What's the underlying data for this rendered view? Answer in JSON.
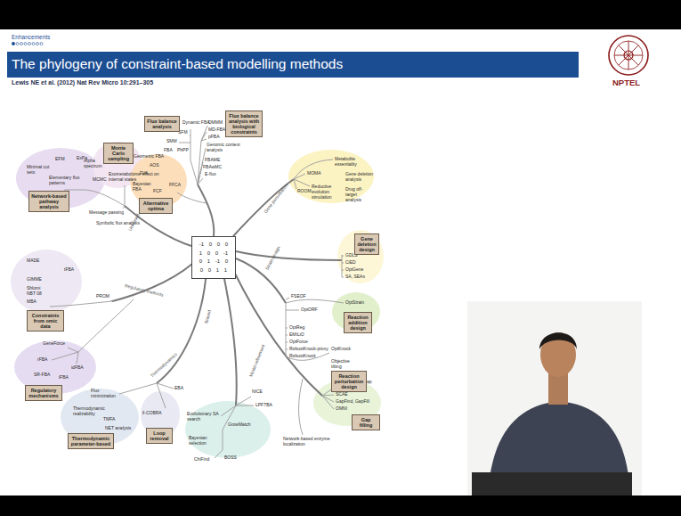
{
  "diagram": {
    "title": "The phylogeny of constraint-based modelling methods",
    "nodes": [
      {
        "text": [
          "Flux balance analysis"
        ]
      },
      {
        "text": [
          "Flux balance analysis with biological constraints"
        ]
      },
      {
        "text": [
          "Monte Carlo sampling"
        ]
      },
      {
        "text": [
          "Network-based pathway analysis"
        ]
      },
      {
        "text": [
          "Alternative optima"
        ]
      },
      {
        "text": [
          "Gene deletion design"
        ]
      },
      {
        "text": [
          "-1 0 0 0",
          "1 0 0 -1",
          "0 1 -1 0",
          "0 0 1 1"
        ]
      },
      {
        "text": [
          "Reaction addition design"
        ]
      },
      {
        "text": [
          "Constraints from omic data"
        ]
      },
      {
        "text": [
          "Reaction perturbation design"
        ]
      },
      {
        "text": [
          "Regulatory mechanisms"
        ]
      },
      {
        "text": [
          "Gap filling"
        ]
      },
      {
        "text": [
          "Thermodynamic parameter-based"
        ]
      },
      {
        "text": [
          "Loop removal"
        ]
      }
    ],
    "labels": [
      "Enhancements",
      "Lewis NE et al. (2012) Nat Rev Micro 10:291–305",
      "NPTEL",
      "Dynamic FBA",
      "DMMM",
      "MD-FBA",
      "pFBA",
      "SFM",
      "SMM",
      "FBA",
      "PhPP",
      "Genomic context analysis",
      "FBAME",
      "FBAwMC",
      "E-flux",
      "Geometric FBA",
      "AOS",
      "FVA",
      "Bayesian FBA",
      "FCF",
      "FFCA",
      "EFM",
      "ExPa",
      "Alpha spectrum",
      "Minimal cut sets",
      "Elementary flux patterns",
      "MCMC",
      "Exometabolome effect on internal states",
      "Message passing",
      "Symbolic flux analysis",
      "Unbiased",
      "MADE",
      "tFBA",
      "GIMME",
      "Shlomi NBT 08",
      "MBA",
      "PROM",
      "Regulatory methods",
      "Biased",
      "GeneForce",
      "rFBA",
      "idFBA",
      "SR-FBA",
      "iFBA",
      "Flux minimization",
      "Thermodynamic realizability",
      "TMFA",
      "NET analysis",
      "ll-COBRA",
      "EBA",
      "Thermodynamics",
      "Evolutionary SA search",
      "NICE",
      "LPFTBA",
      "GrowMatch",
      "Bayesian selection",
      "BOSS",
      "ChiFind",
      "Model refinement",
      "Network-based enzyme localization",
      "Algorithmic gap filling",
      "SCAE",
      "GapFind, GapFill",
      "OMNI",
      "FSEOF",
      "OptORF",
      "OptStrain",
      "OptReg",
      "EMILiO",
      "OptForce",
      "RobustKnock-proxy",
      "RobustKnock",
      "OptKnock",
      "Objective tilting",
      "Strain design",
      "GDLS",
      "CiED",
      "OptGene",
      "SA, SEAs",
      "Metabolite essentiality",
      "MOMA",
      "Gene deletion analysis",
      "ROOM",
      "Reductive evolution simulation",
      "Drug off-target analysis",
      "Gene perturbation"
    ]
  }
}
